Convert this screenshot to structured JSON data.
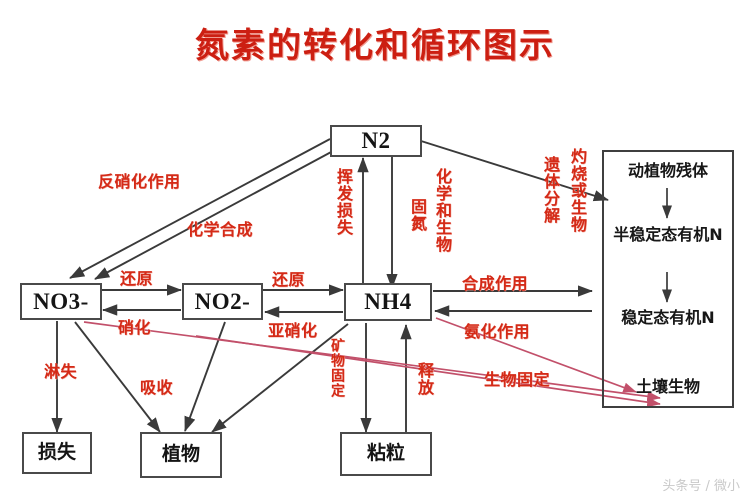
{
  "title": "氮素的转化和循环图示",
  "watermark": "头条号 / 微小",
  "colors": {
    "title_red": "#cc1f12",
    "label_red": "#d42a17",
    "box_border": "#4a4a4a",
    "arrow_black": "#3a3a3a",
    "arrow_red": "#c2506a",
    "background": "#ffffff"
  },
  "nodes": {
    "n2": "N2",
    "no3": "NO3-",
    "no2": "NO2-",
    "nh4": "NH4",
    "loss": "损失",
    "plant": "植物",
    "clay": "粘粒"
  },
  "right_panel": {
    "items": [
      "动植物残体",
      "半稳定态有机N",
      "稳定态有机N",
      "土壤生物"
    ]
  },
  "edge_labels": {
    "denitrification": "反硝化作用",
    "chemical_synthesis": "化学合成",
    "volatilization_loss": "挥发损失",
    "nitrogen_fixation": "固氮",
    "chemical_and_biological": "化学和生物",
    "residue_decomposition": "遗体分解",
    "burning_or_biological": "灼烧或生物",
    "synthesis": "合成作用",
    "ammonification": "氨化作用",
    "reduction_left": "还原",
    "reduction_right": "还原",
    "nitrification": "硝化",
    "nitrosation": "亚硝化",
    "leaching_loss": "淋失",
    "absorption": "吸收",
    "mineral_fixation": "矿物固定",
    "release": "释放",
    "biological_fixation": "生物固定"
  }
}
